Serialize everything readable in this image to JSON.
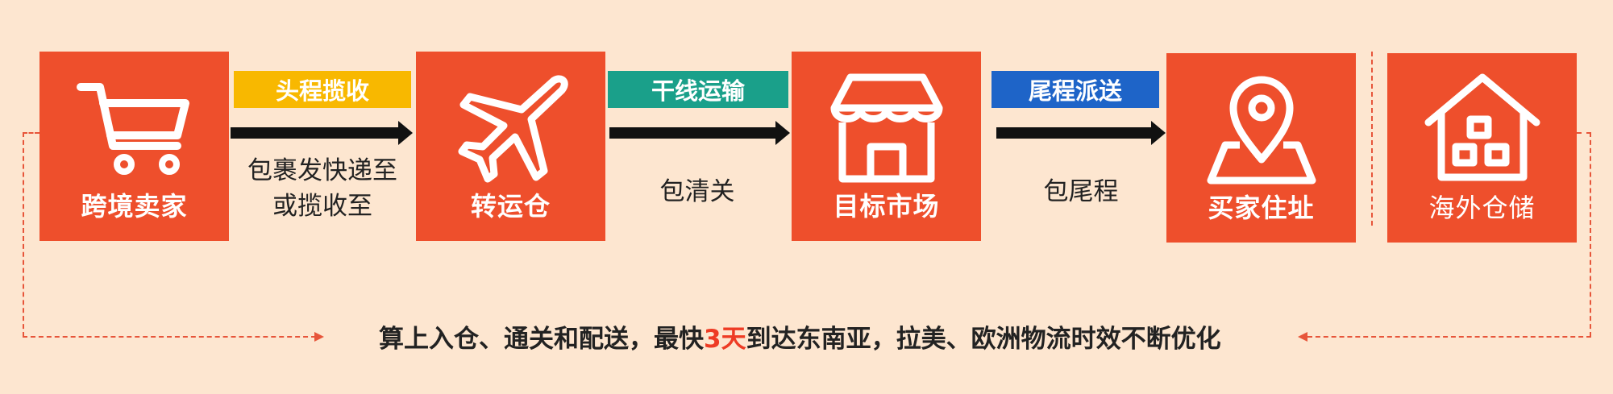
{
  "boxes": [
    {
      "label": "跨境卖家",
      "icon": "shopping-cart-icon"
    },
    {
      "label": "转运仓",
      "icon": "airplane-icon"
    },
    {
      "label": "目标市场",
      "icon": "storefront-icon"
    },
    {
      "label": "买家住址",
      "icon": "location-pin-icon"
    },
    {
      "label": "海外仓储",
      "icon": "house-icon"
    }
  ],
  "steps": [
    {
      "tag": "头程揽收",
      "tag_color": "#f8b800",
      "note": "包裹发快递至\n或揽收至"
    },
    {
      "tag": "干线运输",
      "tag_color": "#1aa08a",
      "note": "包清关"
    },
    {
      "tag": "尾程派送",
      "tag_color": "#1e64c8",
      "note": "包尾程"
    }
  ],
  "summary": {
    "before": "算上入仓、通关和配送，最快",
    "highlight": "3天",
    "after": "到达东南亚，拉美、欧洲物流时效不断优化"
  },
  "colors": {
    "background": "#fde6d0",
    "box": "#ee4f2c",
    "highlight": "#ee3b24"
  }
}
